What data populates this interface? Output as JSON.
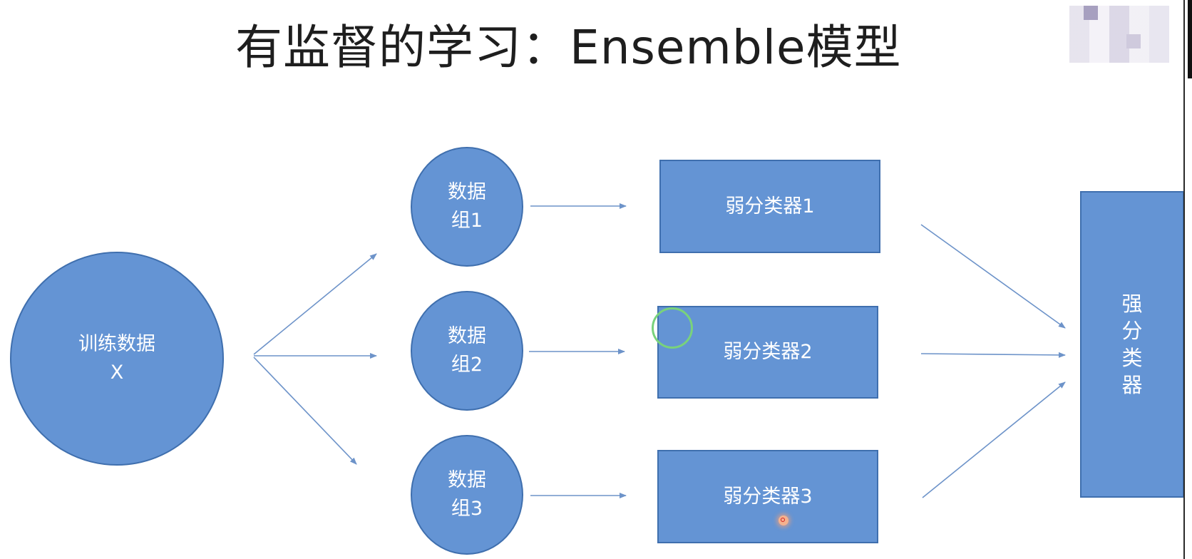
{
  "title": "有监督的学习：Ensemble模型",
  "colors": {
    "node_fill": "#6494d4",
    "node_border": "#3f6fae",
    "arrow": "#6d93c9",
    "text": "#ffffff",
    "title": "#1e1e1e"
  },
  "nodes": {
    "training_data": {
      "line1": "训练数据",
      "line2": "X"
    },
    "data_groups": [
      {
        "line1": "数据",
        "line2": "组1"
      },
      {
        "line1": "数据",
        "line2": "组2"
      },
      {
        "line1": "数据",
        "line2": "组3"
      }
    ],
    "weak_classifiers": [
      {
        "label": "弱分类器1"
      },
      {
        "label": "弱分类器2"
      },
      {
        "label": "弱分类器3"
      }
    ],
    "strong_classifier": {
      "label": "强分类器"
    }
  }
}
